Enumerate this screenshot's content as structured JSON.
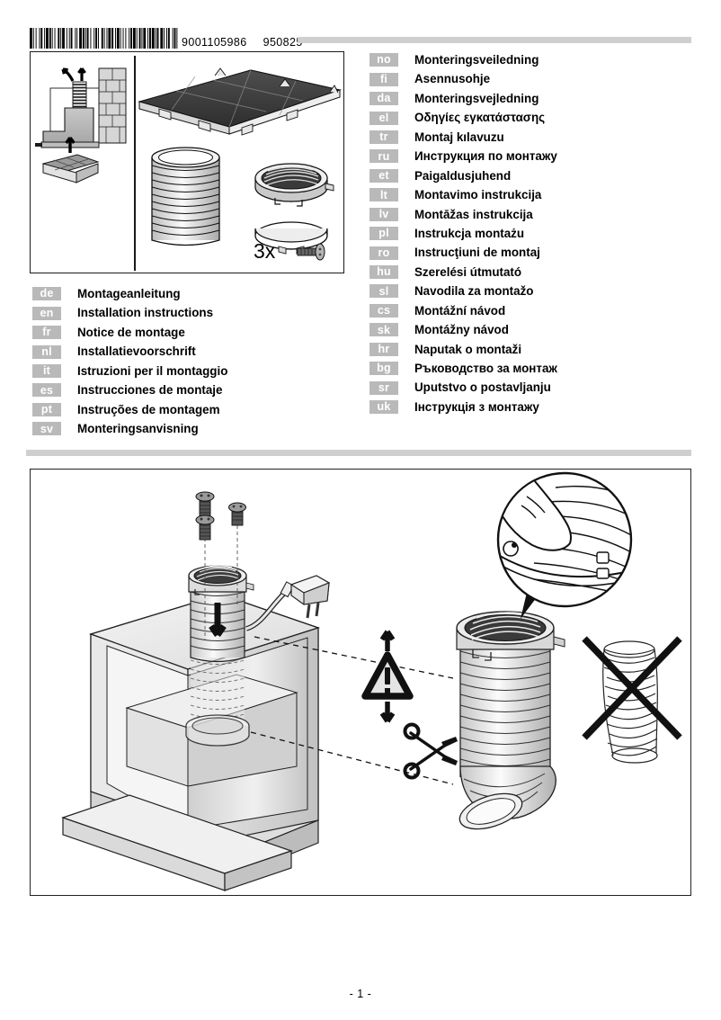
{
  "header": {
    "barcode_number": "9001105986",
    "barcode_date": "950825",
    "barcode_pattern": [
      3,
      1,
      1,
      2,
      1,
      3,
      1,
      1,
      2,
      2,
      1,
      1,
      3,
      1,
      2,
      1,
      1,
      2,
      1,
      3,
      2,
      1,
      1,
      1,
      3,
      2,
      1,
      2,
      1,
      1,
      2,
      3,
      1,
      1,
      1,
      2,
      3,
      1,
      2,
      1,
      1,
      1,
      2,
      2,
      1,
      3,
      1,
      1,
      2,
      1,
      1,
      3,
      2,
      1,
      1,
      2,
      1,
      1,
      3,
      1,
      2,
      2,
      1,
      1,
      3,
      1,
      1,
      2,
      1,
      2,
      1,
      3,
      1,
      1,
      2,
      1,
      3,
      1,
      1,
      2,
      2,
      1,
      1,
      1,
      3,
      2,
      1,
      1,
      2,
      1,
      3,
      1,
      1,
      1,
      2,
      2,
      3,
      1,
      1,
      2,
      1,
      1,
      2,
      3,
      1,
      1,
      2,
      1,
      1,
      3
    ]
  },
  "parts_panel": {
    "left_diagram": {
      "name": "recirculation-mode-diagram",
      "description": "Cooker hood mounted at brick wall with recirculation duct and exhaust arrows; grease/charcoal filter inserted from below"
    },
    "right_diagram": {
      "name": "supplied-parts-diagram",
      "description": "Filter panel, flexible hose, grille cap, clamp ring and screws supplied with the appliance"
    },
    "screw_quantity": "3x"
  },
  "languages_left": [
    {
      "code": "de",
      "title": "Montageanleitung"
    },
    {
      "code": "en",
      "title": "Installation instructions"
    },
    {
      "code": "fr",
      "title": "Notice de montage"
    },
    {
      "code": "nl",
      "title": "Installatievoorschrift"
    },
    {
      "code": "it",
      "title": "Istruzioni per il montaggio"
    },
    {
      "code": "es",
      "title": "Instrucciones de montaje"
    },
    {
      "code": "pt",
      "title": "Instruções de montagem"
    },
    {
      "code": "sv",
      "title": "Monteringsanvisning"
    }
  ],
  "languages_right": [
    {
      "code": "no",
      "title": "Monteringsveiledning"
    },
    {
      "code": "fi",
      "title": "Asennusohje"
    },
    {
      "code": "da",
      "title": "Monteringsvejledning"
    },
    {
      "code": "el",
      "title": "Οδηγίες εγκατάστασης"
    },
    {
      "code": "tr",
      "title": "Montaj kılavuzu"
    },
    {
      "code": "ru",
      "title": "Инструкция по монтажу"
    },
    {
      "code": "et",
      "title": "Paigaldusjuhend"
    },
    {
      "code": "lt",
      "title": "Montavimo instrukcija"
    },
    {
      "code": "lv",
      "title": "Montāžas instrukcija"
    },
    {
      "code": "pl",
      "title": "Instrukcja montażu"
    },
    {
      "code": "ro",
      "title": "Instrucţiuni de montaj"
    },
    {
      "code": "hu",
      "title": "Szerelési útmutató"
    },
    {
      "code": "sl",
      "title": "Navodila za montažo"
    },
    {
      "code": "cs",
      "title": "Montážní návod"
    },
    {
      "code": "sk",
      "title": "Montážny návod"
    },
    {
      "code": "hr",
      "title": "Naputak o montaži"
    },
    {
      "code": "bg",
      "title": "Ръководство за монтаж"
    },
    {
      "code": "sr",
      "title": "Uputstvo o postavljanju"
    },
    {
      "code": "uk",
      "title": "Інструкція з монтажу"
    }
  ],
  "main_illustration": {
    "cabinet": "wall-cabinet-cutaway",
    "hose": "flexible-exhaust-hose",
    "plug": "mains-power-plug",
    "warning_symbol": "!",
    "detail_circle": "hose-collar-attachment-detail",
    "forbidden_marker": "crossed-out-compressed-hose",
    "scissors": "cut-hose-to-length"
  },
  "footer": {
    "page": "- 1 -"
  },
  "colors": {
    "badge": "#b9b9b9",
    "rule": "#cfcfcf",
    "border": "#232323",
    "ink": "#000000"
  }
}
